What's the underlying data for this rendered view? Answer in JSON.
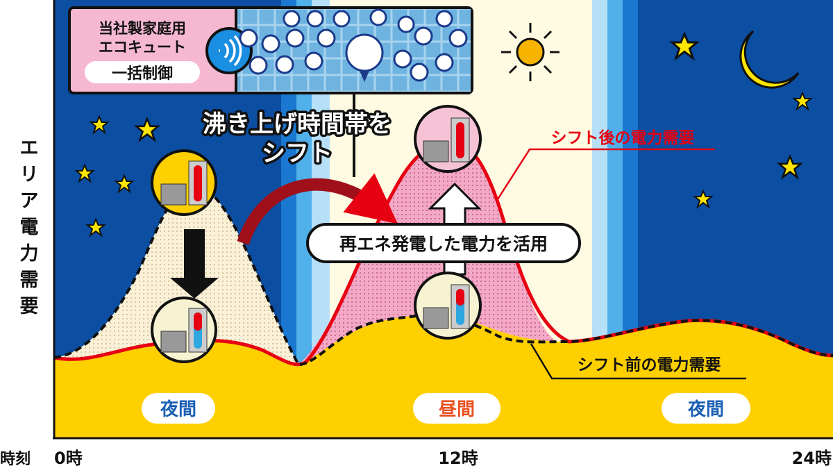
{
  "y_axis_label": [
    "エ",
    "リ",
    "ア",
    "電",
    "力",
    "需",
    "要"
  ],
  "x_axis": {
    "label": "時刻",
    "ticks": [
      "0時",
      "12時",
      "24時"
    ]
  },
  "panel": {
    "title_line1": "当社製家庭用",
    "title_line2": "エコキュート",
    "badge": "一括制御",
    "icon": "wifi-signal-icon"
  },
  "shift_text": {
    "line1": "沸き上げ時間帯を",
    "line2": "シフト"
  },
  "renewable_text": "再エネ発電した電力を活用",
  "after_label": "シフト後の電力需要",
  "before_label": "シフト前の電力需要",
  "periods": [
    "夜間",
    "昼間",
    "夜間"
  ],
  "colors": {
    "night": "#0b4ea2",
    "day": "#fffbe3",
    "demand": "#ffd000",
    "after_line": "#e60012",
    "peak_fill": "#f3a9c6",
    "period_day": "#e8501f",
    "period_night": "#1a5fb4"
  }
}
